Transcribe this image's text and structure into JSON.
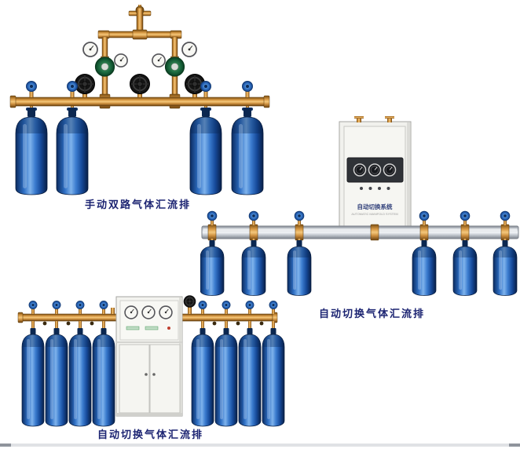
{
  "page": {
    "background": "#ffffff"
  },
  "products": [
    {
      "id": "manual-dual-manifold",
      "caption": "手动双路气体汇流排",
      "cylinder_count": 4
    },
    {
      "id": "auto-switch-manifold-wall",
      "caption": "自动切换气体汇流排",
      "cabinet_label": "自动切换系统",
      "cabinet_sublabel": "AUTOMATIC MANIFOLD SYSTEM",
      "cylinder_count": 6
    },
    {
      "id": "auto-switch-manifold-floor",
      "caption": "自动切换气体汇流排",
      "cylinder_count": 8
    }
  ],
  "colors": {
    "caption": "#1c2472",
    "brass": "#d99a45",
    "cylinder_blue": "#2e6fc4",
    "steel_bar": "#cfd4da",
    "cabinet": "#f3f3ef",
    "regulator_green": "#17623a"
  }
}
